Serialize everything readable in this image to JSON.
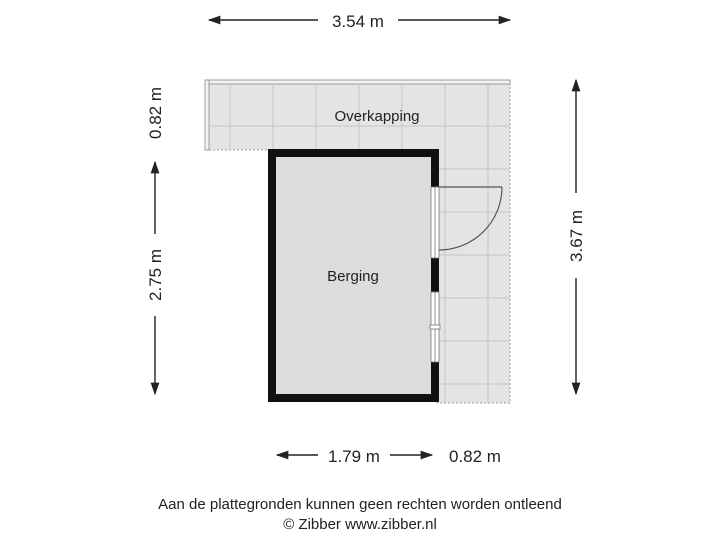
{
  "floorplan": {
    "rooms": {
      "canopy": "Overkapping",
      "storage": "Berging"
    },
    "dimensions": {
      "top_width": "3.54 m",
      "canopy_depth": "0.82 m",
      "storage_depth": "2.75 m",
      "total_depth": "3.67 m",
      "storage_width": "1.79 m",
      "side_width": "0.82 m"
    }
  },
  "footer": {
    "disclaimer": "Aan de plattegronden kunnen geen rechten worden ontleend",
    "copyright": "© Zibber www.zibber.nl"
  },
  "colors": {
    "wall": "#111111",
    "floor_room": "#dcdcdc",
    "floor_outdoor": "#e4e4e4",
    "tile_line": "#c4c4c4"
  }
}
